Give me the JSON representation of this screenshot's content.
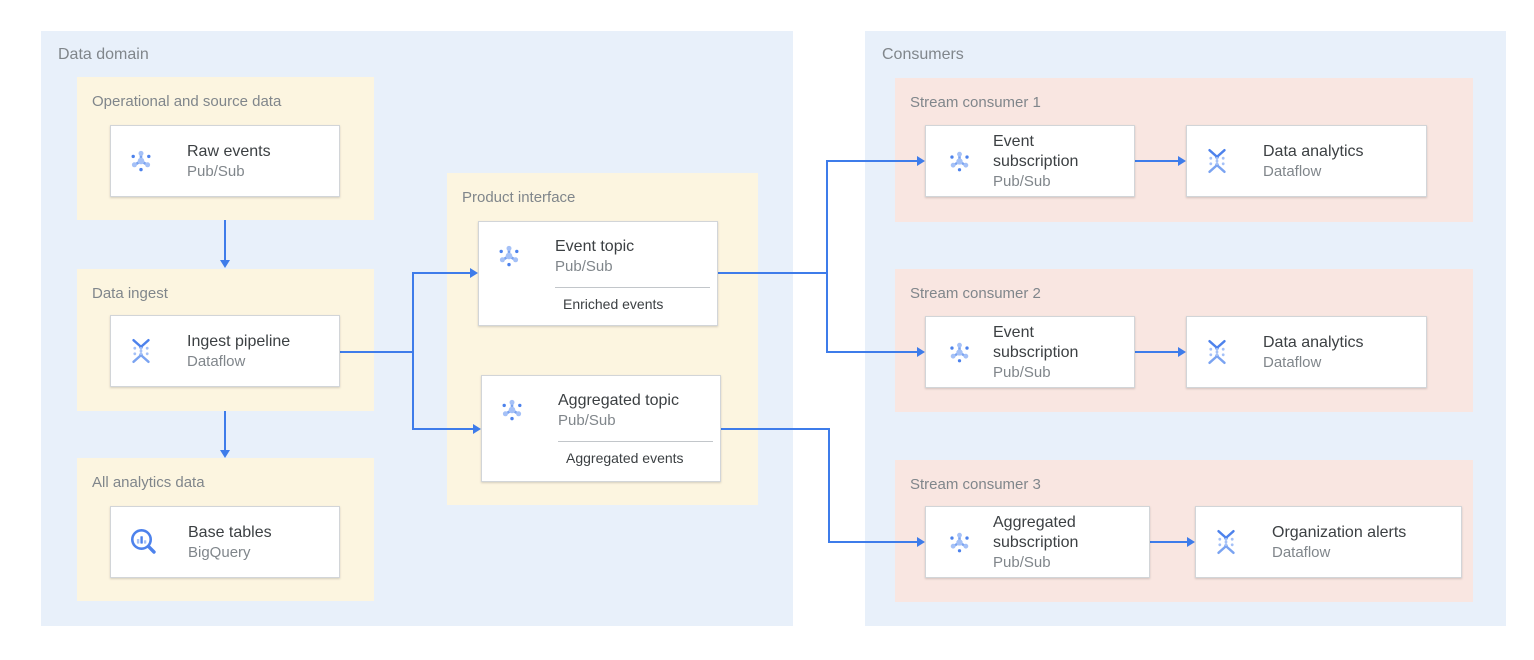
{
  "colors": {
    "canvas_bg": "#ffffff",
    "zone_blue": "#E8F0FA",
    "group_yellow": "#FCF5E0",
    "group_pink": "#F9E6E1",
    "card_border": "#D2D5D8",
    "arrow_blue": "#3E7CEA",
    "label_gray": "#80868B",
    "title_dark": "#3C4043",
    "divider_gray": "#C2C6CA",
    "icon_blue_dark": "#4D82EC",
    "icon_blue_mid": "#7AA3F1",
    "icon_blue_light": "#A5C1F7"
  },
  "domain": {
    "label": "Data domain",
    "groups": [
      {
        "label": "Operational and source data",
        "cards": [
          {
            "title": "Raw events",
            "subtitle": "Pub/Sub",
            "icon": "pubsub-icon"
          }
        ]
      },
      {
        "label": "Data ingest",
        "cards": [
          {
            "title": "Ingest pipeline",
            "subtitle": "Dataflow",
            "icon": "dataflow-icon"
          }
        ]
      },
      {
        "label": "All analytics data",
        "cards": [
          {
            "title": "Base tables",
            "subtitle": "BigQuery",
            "icon": "bigquery-icon"
          }
        ]
      },
      {
        "label": "Product interface",
        "cards": [
          {
            "title": "Event topic",
            "subtitle": "Pub/Sub",
            "icon": "pubsub-icon",
            "sublabel": "Enriched events"
          },
          {
            "title": "Aggregated topic",
            "subtitle": "Pub/Sub",
            "icon": "pubsub-icon",
            "sublabel": "Aggregated events"
          }
        ]
      }
    ]
  },
  "consumers": {
    "label": "Consumers",
    "groups": [
      {
        "label": "Stream consumer 1",
        "cards": [
          {
            "title": "Event subscription",
            "subtitle": "Pub/Sub",
            "icon": "pubsub-icon"
          },
          {
            "title": "Data analytics",
            "subtitle": "Dataflow",
            "icon": "dataflow-icon"
          }
        ]
      },
      {
        "label": "Stream consumer 2",
        "cards": [
          {
            "title": "Event subscription",
            "subtitle": "Pub/Sub",
            "icon": "pubsub-icon"
          },
          {
            "title": "Data analytics",
            "subtitle": "Dataflow",
            "icon": "dataflow-icon"
          }
        ]
      },
      {
        "label": "Stream consumer 3",
        "cards": [
          {
            "title": "Aggregated subscription",
            "subtitle": "Pub/Sub",
            "icon": "pubsub-icon"
          },
          {
            "title": "Organization alerts",
            "subtitle": "Dataflow",
            "icon": "dataflow-icon"
          }
        ]
      }
    ]
  }
}
